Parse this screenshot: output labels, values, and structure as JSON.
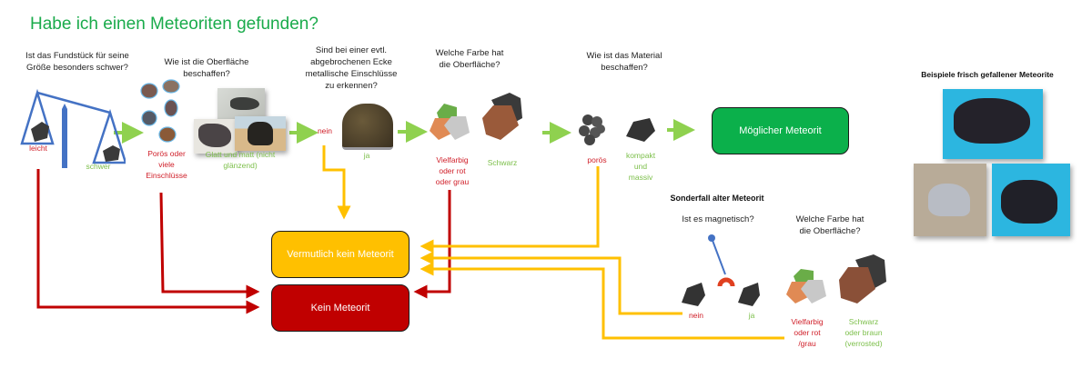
{
  "title": "Habe ich einen Meteoriten gefunden?",
  "colors": {
    "title": "#1aab4b",
    "positive": "#7cbf4a",
    "negative": "#d0202a",
    "arrow_green": "#8fd14f",
    "arrow_yellow": "#ffc000",
    "arrow_red": "#c00000",
    "scale_blue": "#4472c4"
  },
  "steps": [
    {
      "question": "Ist das Fundstück für seine Größe besonders schwer?",
      "negative": "leicht",
      "positive": "schwer"
    },
    {
      "question": "Wie ist die Oberfläche beschaffen?",
      "negative": "Porös oder viele Einschlüsse",
      "positive": "Glatt und matt (nicht glänzend)"
    },
    {
      "question": "Sind bei einer evtl. abgebrochenen Ecke metallische Einschlüsse zu erkennen?",
      "negative": "nein",
      "positive": "ja"
    },
    {
      "question": "Welche Farbe hat die Oberfläche?",
      "negative": "Vielfarbig oder rot oder grau",
      "positive": "Schwarz"
    },
    {
      "question": "Wie ist das Material beschaffen?",
      "negative": "porös",
      "positive": "kompakt und massiv"
    }
  ],
  "outcomes": {
    "possible": "Möglicher Meteorit",
    "probably_not": "Vermutlich kein Meteorit",
    "not": "Kein Meteorit"
  },
  "special_case": {
    "heading": "Sonderfall alter Meteorit",
    "magnet_question": "Ist es magnetisch?",
    "magnet_negative": "nein",
    "magnet_positive": "ja",
    "color_question": "Welche Farbe hat die Oberfläche?",
    "color_negative": "Vielfarbig oder rot /grau",
    "color_positive": "Schwarz oder braun (verrosted)"
  },
  "examples": {
    "heading": "Beispiele frisch gefallener Meteorite"
  }
}
